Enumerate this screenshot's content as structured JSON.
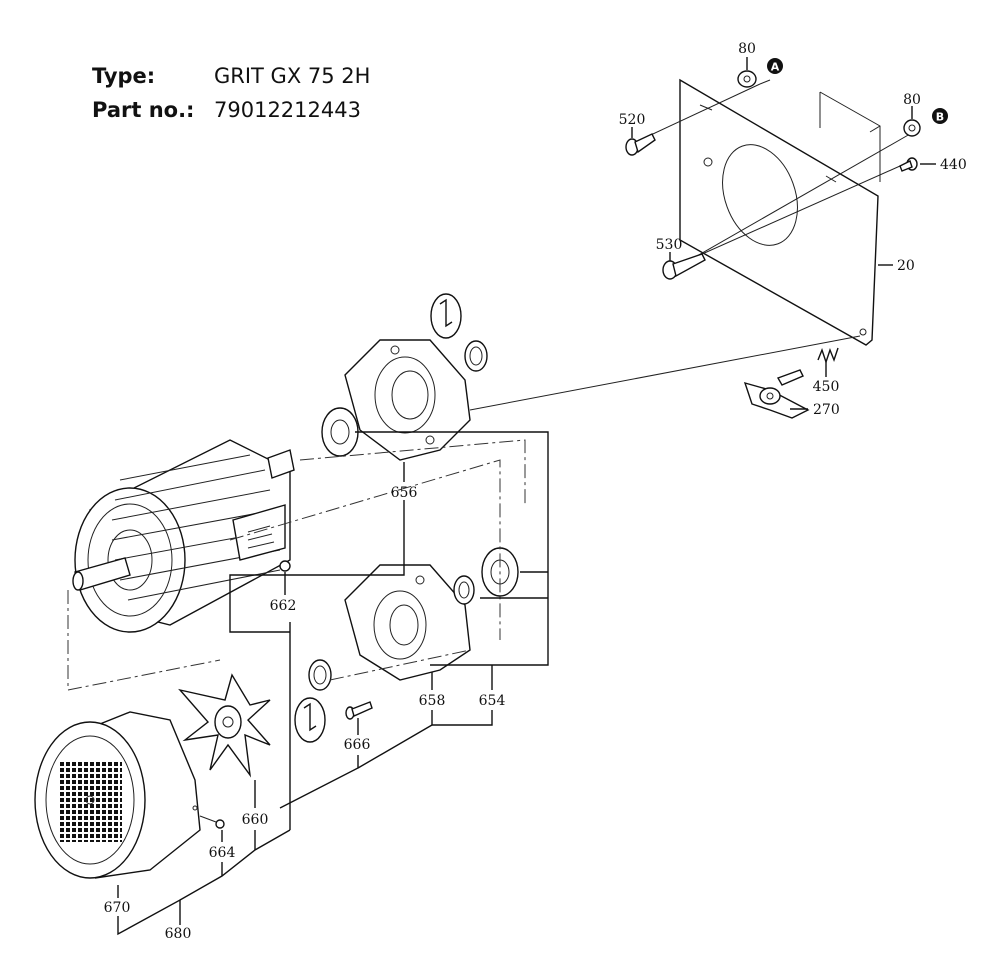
{
  "header": {
    "type_label": "Type:",
    "type_value": "GRIT GX 75 2H",
    "part_label": "Part no.:",
    "part_value": "79012212443"
  },
  "markers": {
    "a": "A",
    "b": "B"
  },
  "parts": {
    "p80a": "80",
    "p80b": "80",
    "p520": "520",
    "p440": "440",
    "p530": "530",
    "p20": "20",
    "p450": "450",
    "p270": "270",
    "p656": "656",
    "p662": "662",
    "p658": "658",
    "p654": "654",
    "p666": "666",
    "p660": "660",
    "p664": "664",
    "p670": "670",
    "p680": "680"
  }
}
